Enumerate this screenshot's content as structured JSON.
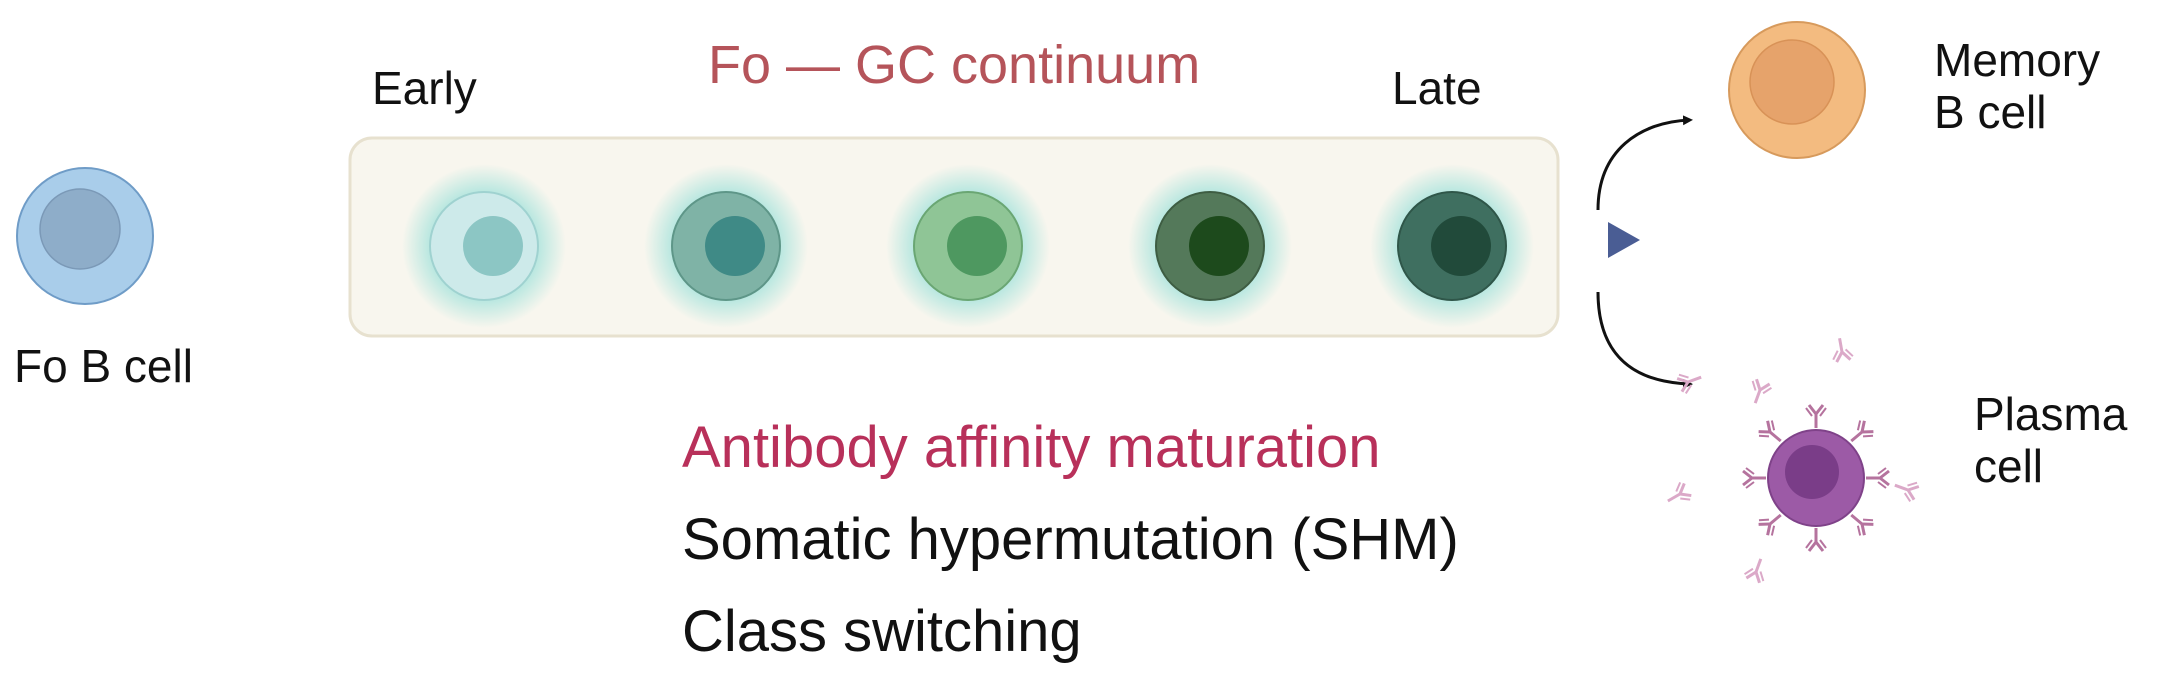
{
  "title": "Fo — GC continuum",
  "labels": {
    "early": "Early",
    "late": "Late",
    "fo_b_cell": "Fo B cell",
    "memory_line1": "Memory",
    "memory_line2": "B cell",
    "plasma_line1": "Plasma",
    "plasma_line2": "cell"
  },
  "processes": [
    "Antibody affinity maturation",
    "Somatic hypermutation (SHM)",
    "Class switching"
  ],
  "colors": {
    "title": "#b5545a",
    "process_highlight": "#b8305a",
    "text": "#111111",
    "arrow": "#4a5d94",
    "continuum_box_fill": "#f8f6ee",
    "continuum_box_stroke": "#e7e1cf",
    "fo_cell": "#a9cdea",
    "memory_cell": "#f3bb80",
    "plasma_cell": "#9c5aa6",
    "antibody": "#b5739e",
    "gc_cells": [
      "#cdeaea",
      "#7fb3a6",
      "#8fc596",
      "#54795a",
      "#3f6f60"
    ],
    "gc_nuclei": [
      "#8cc6c4",
      "#3f8a86",
      "#4e9860",
      "#1d4a1c",
      "#214a3a"
    ]
  },
  "icons": [
    "fo-b-cell-icon",
    "gc-cell-icon",
    "memory-b-cell-icon",
    "plasma-cell-icon",
    "antibody-icon",
    "branch-arrow-icon"
  ]
}
